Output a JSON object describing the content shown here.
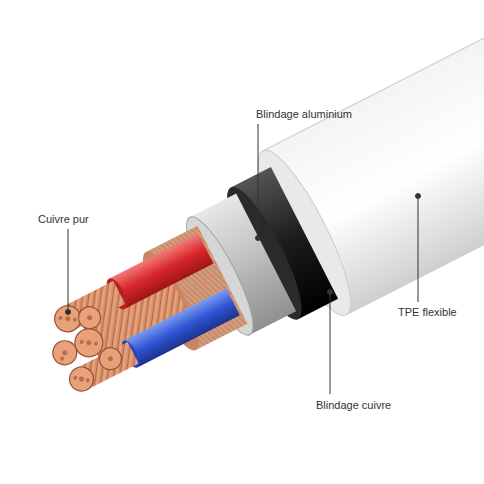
{
  "diagram": {
    "labels": [
      "Blindage aluminium",
      "Cuivre pur",
      "TPE flexible",
      "Blindage cuivre"
    ]
  }
}
